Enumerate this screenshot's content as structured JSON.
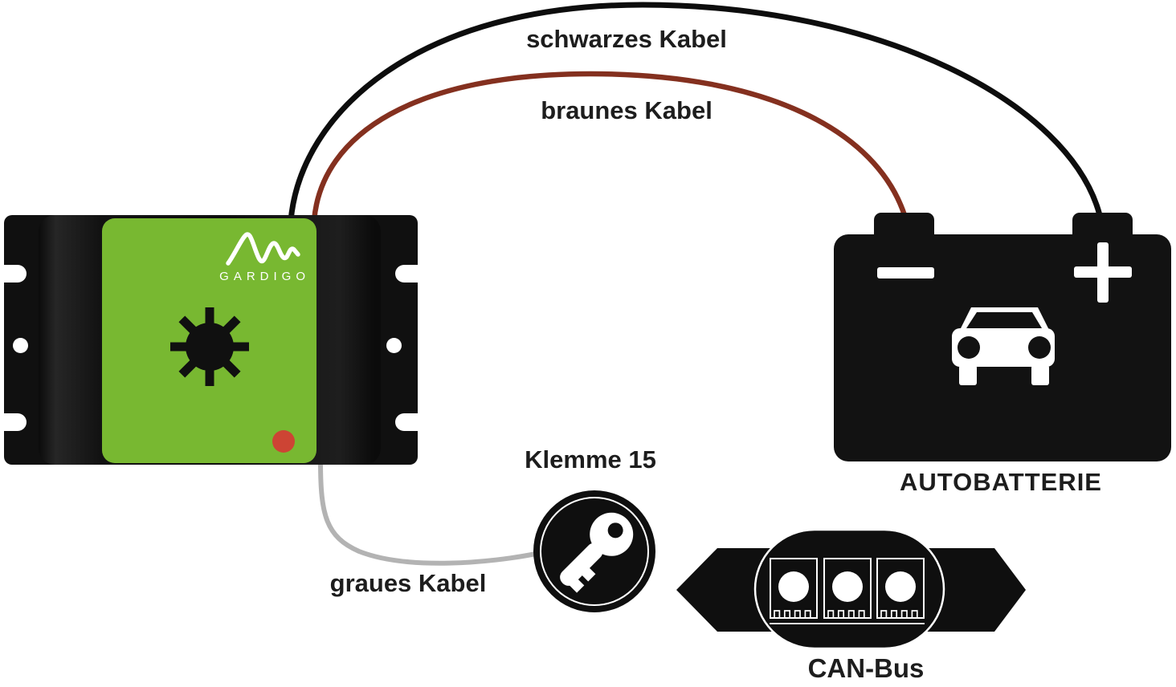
{
  "diagram": {
    "type": "wiring-diagram",
    "device": {
      "brand": "GARDIGO",
      "icons": [
        "gardigo-wave-logo",
        "gear-icon",
        "led-indicator"
      ],
      "panel_color": "#78b831",
      "led_color": "#cd4434"
    },
    "cables": {
      "black": {
        "label": "schwarzes Kabel",
        "color": "#0d0d0d",
        "from": "device-top",
        "to": "battery-plus-terminal"
      },
      "brown": {
        "label": "braunes Kabel",
        "color": "#84301f",
        "from": "device-top",
        "to": "battery-minus-terminal"
      },
      "gray": {
        "label": "graues Kabel",
        "color": "#b3b3b3",
        "from": "device-bottom",
        "to": "klemme-15"
      }
    },
    "klemme15": {
      "label": "Klemme 15",
      "icon": "key-icon"
    },
    "battery": {
      "label": "AUTOBATTERIE",
      "minus_symbol": "−",
      "plus_symbol": "+",
      "icon": "car-icon"
    },
    "canbus": {
      "label": "CAN-Bus",
      "icon": "can-bus-connector-icon",
      "pins": 3
    }
  }
}
